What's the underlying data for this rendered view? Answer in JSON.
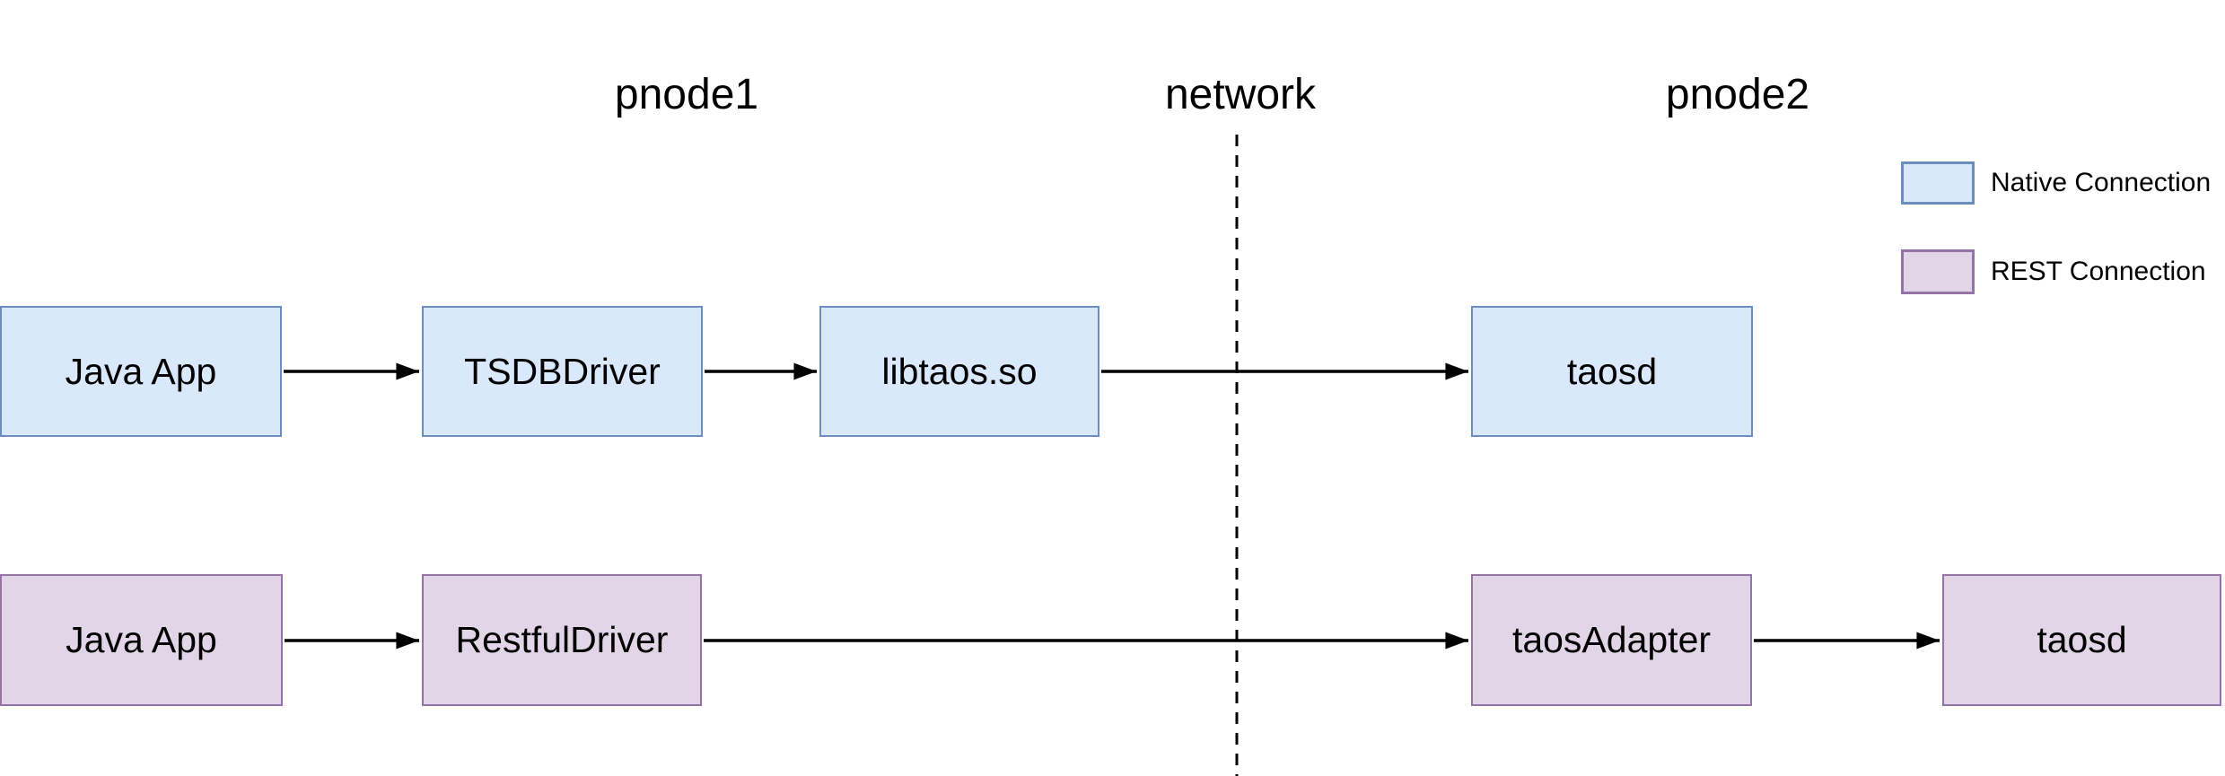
{
  "titles": {
    "pnode1": "pnode1",
    "network": "network",
    "pnode2": "pnode2"
  },
  "native_row": {
    "boxes": [
      "Java App",
      "TSDBDriver",
      "libtaos.so",
      "taosd"
    ]
  },
  "rest_row": {
    "boxes": [
      "Java App",
      "RestfulDriver",
      "taosAdapter",
      "taosd"
    ]
  },
  "legend": {
    "native_label": "Native Connection",
    "rest_label": "REST Connection"
  },
  "colors": {
    "native_fill": "#dae8fc",
    "native_stroke": "#6c8ebf",
    "rest_fill": "#e1d5e7",
    "rest_stroke": "#9673a6",
    "line_color": "#000000",
    "text_color": "#000000"
  }
}
